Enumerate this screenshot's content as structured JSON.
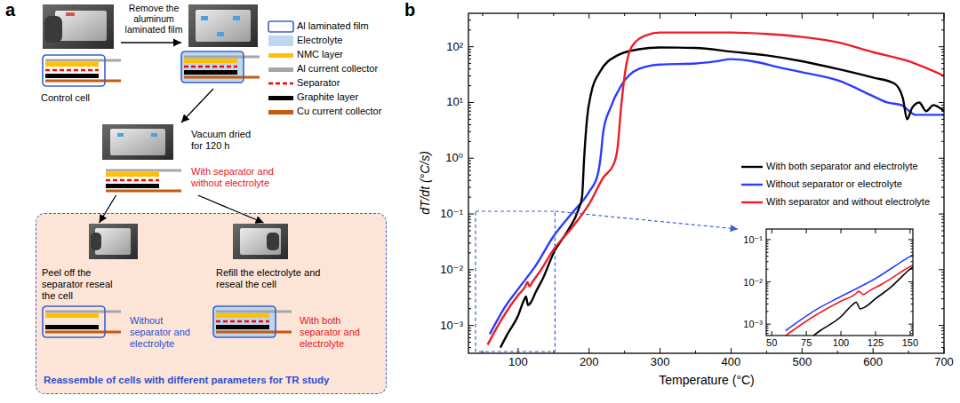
{
  "diagram": {
    "nodes": [
      {
        "text": [
          "Control cell"
        ]
      },
      {
        "text": [
          "Vacuum dried for 120 h",
          "With separator and without electrolyte"
        ]
      },
      {
        "text": [
          "Reassemble of cells with different parameters for TR study"
        ]
      },
      {
        "text": [
          "Peel off the separator reseal the cell",
          "Without separator and electrolyte"
        ],
        "in": 2
      },
      {
        "text": [
          "Refill the electrolyte and reseal the cell",
          "With both separator and electrolyte"
        ],
        "in": 2
      }
    ],
    "edges": [
      {
        "from": 1,
        "to": 3,
        "arrow": "to"
      },
      {
        "from": 1,
        "to": 4,
        "arrow": "to"
      }
    ],
    "labels": [
      "a",
      "b",
      "Remove the aluminum laminated film",
      "10⁻³",
      "10⁻²",
      "10⁻¹",
      "10⁰",
      "10¹",
      "10²",
      "100",
      "200",
      "300",
      "400",
      "500",
      "600",
      "700",
      "Temperature (°C)",
      "dT/dt (°C/s)",
      "10⁻¹",
      "10⁻²",
      "10⁻³",
      "50",
      "75",
      "100",
      "125",
      "150"
    ],
    "legend": [
      {
        "text": "Al laminated film"
      },
      {
        "text": "Electrolyte",
        "color": "#bdd7ee"
      },
      {
        "text": "NMC layer",
        "color": "#ffc000"
      },
      {
        "text": "Al current collector",
        "color": "#a6a6a6"
      },
      {
        "text": "Separator"
      },
      {
        "text": "Graphite layer",
        "color": "#000000"
      },
      {
        "text": "Cu current collector",
        "color": "#c55a11"
      },
      {
        "text": "With both separator and electrolyte"
      },
      {
        "text": "Without separator or electrolyte"
      },
      {
        "text": "With separator and without electrolyte"
      }
    ]
  }
}
